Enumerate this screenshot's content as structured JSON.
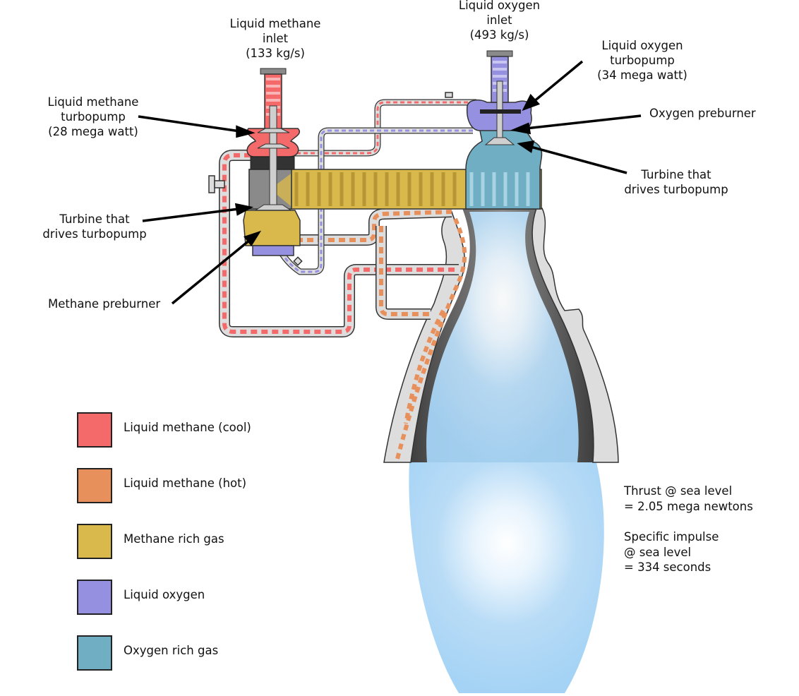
{
  "labels": {
    "methane_inlet": [
      "Liquid methane",
      "inlet",
      "(133 kg/s)"
    ],
    "oxygen_inlet": [
      "Liquid oxygen",
      "inlet",
      "(493 kg/s)"
    ],
    "oxygen_turbopump": [
      "Liquid oxygen",
      "turbopump",
      "(34 mega watt)"
    ],
    "methane_turbopump": [
      "Liquid methane",
      "turbopump",
      "(28 mega watt)"
    ],
    "oxygen_preburner": "Oxygen preburner",
    "turbine_right": [
      "Turbine that",
      "drives turbopump"
    ],
    "turbine_left": [
      "Turbine that",
      "drives turbopump"
    ],
    "methane_preburner": "Methane preburner"
  },
  "legend": [
    {
      "label": "Liquid methane (cool)",
      "color": "#f46a6a"
    },
    {
      "label": "Liquid methane (hot)",
      "color": "#e8905c"
    },
    {
      "label": "Methane rich gas",
      "color": "#d9b84c"
    },
    {
      "label": "Liquid oxygen",
      "color": "#9590e0"
    },
    {
      "label": "Oxygen rich gas",
      "color": "#6faec3"
    }
  ],
  "stats": {
    "thrust": [
      "Thrust @ sea level",
      "= 2.05 mega newtons"
    ],
    "isp": [
      "Specific impulse",
      "@ sea level",
      "= 334 seconds"
    ]
  },
  "colors": {
    "pipe": "#dddddd",
    "outline": "#333333",
    "plume": "#a5d3f5",
    "nozzle": "#6d6d6d"
  }
}
